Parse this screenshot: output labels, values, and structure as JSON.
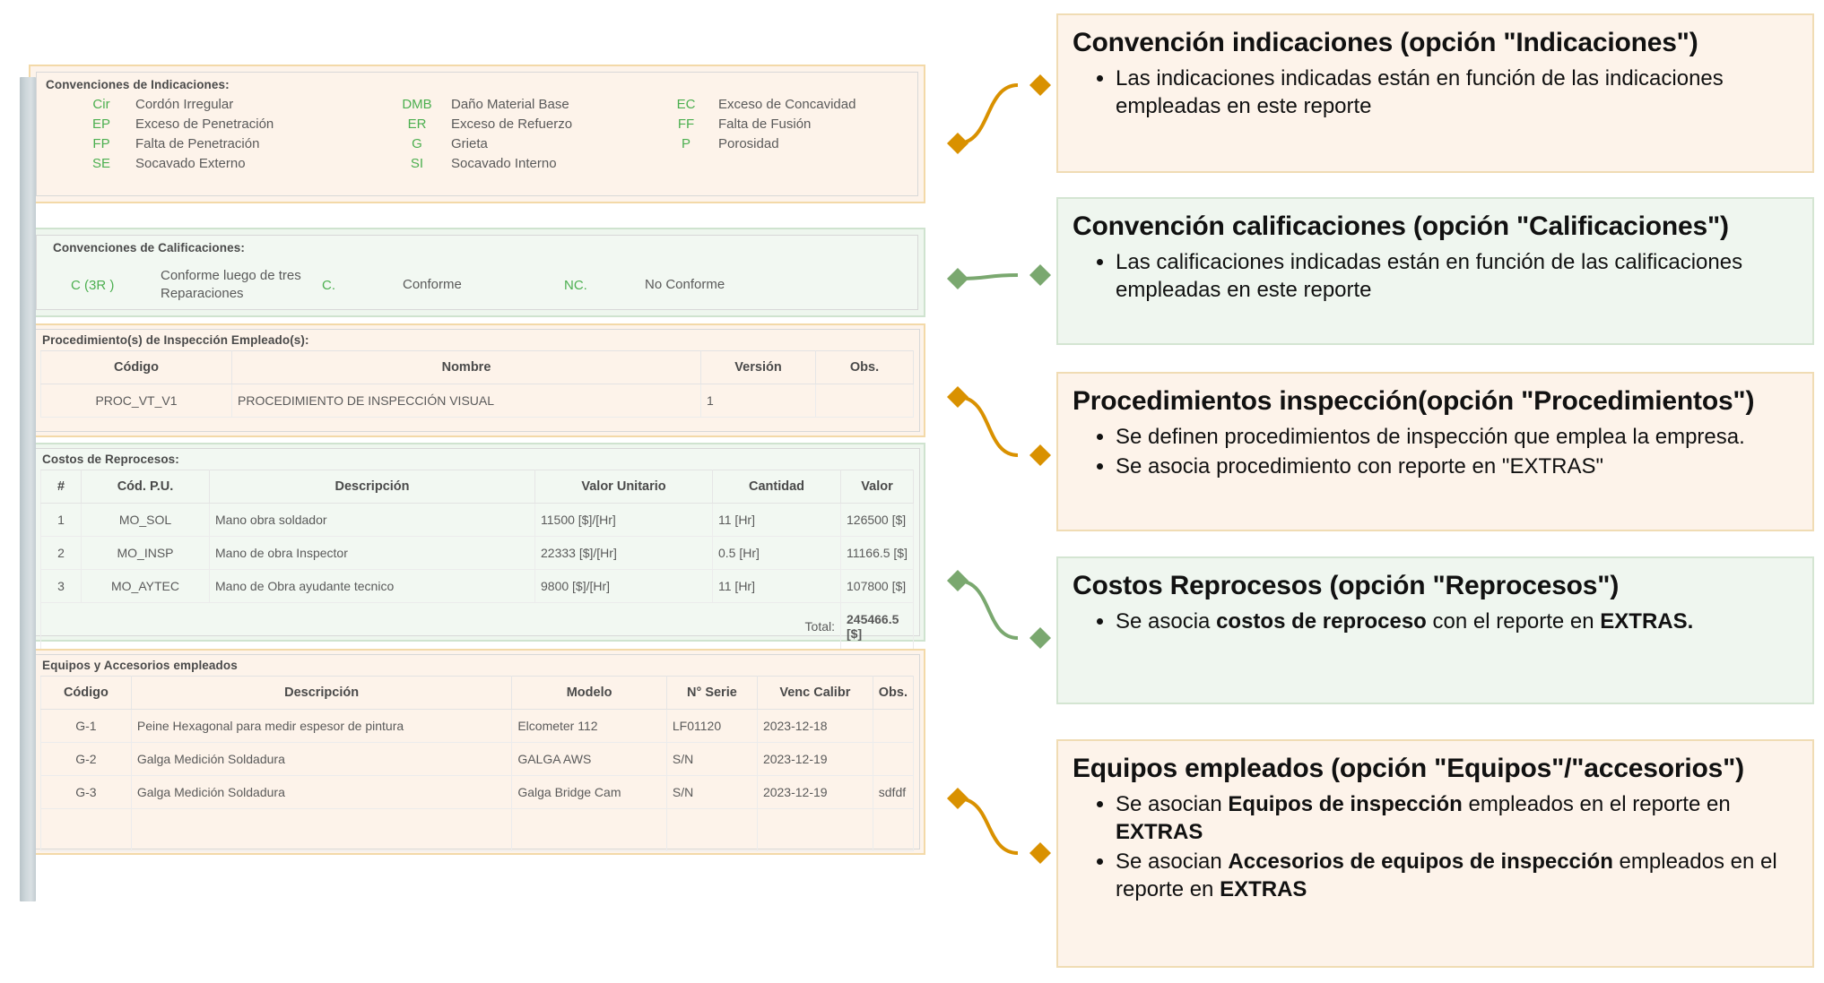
{
  "report": {
    "indications": {
      "title": "Convenciones de Indicaciones:",
      "rows": [
        {
          "c1": "Cir",
          "d1": "Cordón Irregular",
          "c2": "DMB",
          "d2": "Daño Material Base",
          "c3": "EC",
          "d3": "Exceso de Concavidad"
        },
        {
          "c1": "EP",
          "d1": "Exceso de Penetración",
          "c2": "ER",
          "d2": "Exceso de Refuerzo",
          "c3": "FF",
          "d3": "Falta de Fusión"
        },
        {
          "c1": "FP",
          "d1": "Falta de Penetración",
          "c2": "G",
          "d2": "Grieta",
          "c3": "P",
          "d3": "Porosidad"
        },
        {
          "c1": "SE",
          "d1": "Socavado Externo",
          "c2": "SI",
          "d2": "Socavado Interno",
          "c3": "",
          "d3": ""
        }
      ]
    },
    "qualifications": {
      "title": "Convenciones de Calificaciones:",
      "items": [
        {
          "code": "C (3R )",
          "desc": "Conforme luego de tres Reparaciones"
        },
        {
          "code": "C.",
          "desc": "Conforme"
        },
        {
          "code": "NC.",
          "desc": "No Conforme"
        }
      ]
    },
    "procedures": {
      "title": "Procedimiento(s) de Inspección Empleado(s):",
      "headers": [
        "Código",
        "Nombre",
        "Versión",
        "Obs."
      ],
      "rows": [
        {
          "codigo": "PROC_VT_V1",
          "nombre": "PROCEDIMIENTO DE INSPECCIÓN VISUAL",
          "version": "1",
          "obs": ""
        }
      ]
    },
    "reprocess": {
      "title": "Costos de Reprocesos:",
      "headers": [
        "#",
        "Cód. P.U.",
        "Descripción",
        "Valor Unitario",
        "Cantidad",
        "Valor"
      ],
      "rows": [
        {
          "n": "1",
          "cod": "MO_SOL",
          "desc": "Mano obra soldador",
          "vu": "11500 [$]/[Hr]",
          "cant": "11 [Hr]",
          "valor": "126500 [$]"
        },
        {
          "n": "2",
          "cod": "MO_INSP",
          "desc": "Mano de obra Inspector",
          "vu": "22333 [$]/[Hr]",
          "cant": "0.5 [Hr]",
          "valor": "11166.5 [$]"
        },
        {
          "n": "3",
          "cod": "MO_AYTEC",
          "desc": "Mano de Obra ayudante tecnico",
          "vu": "9800 [$]/[Hr]",
          "cant": "11 [Hr]",
          "valor": "107800 [$]"
        }
      ],
      "total_label": "Total:",
      "total_value": "245466.5 [$]"
    },
    "equipment": {
      "title": "Equipos y Accesorios empleados",
      "headers": [
        "Código",
        "Descripción",
        "Modelo",
        "N° Serie",
        "Venc Calibr",
        "Obs."
      ],
      "rows": [
        {
          "cod": "G-1",
          "desc": "Peine Hexagonal para medir espesor de pintura",
          "modelo": "Elcometer 112",
          "serie": "LF01120",
          "venc": "2023-12-18",
          "obs": ""
        },
        {
          "cod": "G-2",
          "desc": "Galga Medición Soldadura",
          "modelo": "GALGA AWS",
          "serie": "S/N",
          "venc": "2023-12-19",
          "obs": ""
        },
        {
          "cod": "G-3",
          "desc": "Galga Medición Soldadura",
          "modelo": "Galga Bridge Cam",
          "serie": "S/N",
          "venc": "2023-12-19",
          "obs": "sdfdf"
        }
      ]
    }
  },
  "callouts": [
    {
      "id": "indicaciones",
      "color": "orange",
      "title": "Convención indicaciones (opción \"Indicaciones\")",
      "bullets": [
        {
          "text": "Las indicaciones indicadas están en función de las indicaciones empleadas en este reporte"
        }
      ]
    },
    {
      "id": "calificaciones",
      "color": "green",
      "title": "Convención calificaciones (opción \"Calificaciones\")",
      "bullets": [
        {
          "text": "Las calificaciones indicadas están en función de las calificaciones empleadas en este reporte"
        }
      ]
    },
    {
      "id": "procedimientos",
      "color": "orange",
      "title": "Procedimientos inspección(opción \"Procedimientos\")",
      "bullets": [
        {
          "text": "Se definen procedimientos de inspección que emplea la empresa."
        },
        {
          "text": "Se asocia procedimiento con reporte en \"EXTRAS\""
        }
      ]
    },
    {
      "id": "reprocesos",
      "color": "green",
      "title": "Costos Reprocesos (opción \"Reprocesos\")",
      "bullets": [
        {
          "html": "Se asocia <b>costos de reproceso</b> con el reporte en <b>EXTRAS.</b>"
        }
      ]
    },
    {
      "id": "equipos",
      "color": "orange",
      "title": "Equipos empleados (opción \"Equipos\"/\"accesorios\")",
      "bullets": [
        {
          "html": "Se asocian <b>Equipos de inspección</b> empleados en el reporte en <b>EXTRAS</b>"
        },
        {
          "html": "Se asocian <b>Accesorios de equipos de inspección</b> empleados en el reporte en <b>EXTRAS</b>"
        }
      ]
    }
  ],
  "colors": {
    "orange_accent": "#d99100",
    "green_accent": "#7aa86f",
    "code_green": "#4caf50",
    "orange_panel_bg": "#fdf3ea",
    "green_panel_bg": "#eff6ef"
  }
}
